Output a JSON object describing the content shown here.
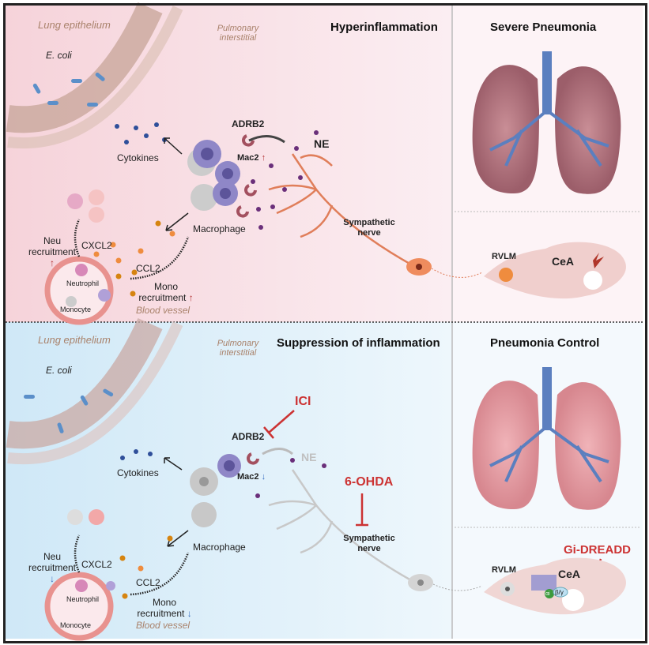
{
  "top": {
    "title": "Hyperinflammation",
    "right_title": "Severe Pneumonia",
    "lung_epithelium": "Lung epithelium",
    "pulmonary_interstitial": "Pulmonary interstitial",
    "ecoli": "E. coli",
    "adrb2": "ADRB2",
    "ne": "NE",
    "mac2": "Mac2",
    "mac2_arrow": "↑",
    "cytokines": "Cytokines",
    "macrophage": "Macrophage",
    "sympathetic_nerve": "Sympathetic nerve",
    "neu_recruitment": "Neu recruitment",
    "neu_arrow": "↑",
    "cxcl2": "CXCL2",
    "ccl2": "CCL2",
    "mono_recruitment": "Mono recruitment",
    "mono_arrow": "↑",
    "neutrophil": "Neutrophil",
    "monocyte": "Monocyte",
    "blood_vessel": "Blood vessel",
    "rvlm": "RVLM",
    "cea": "CeA"
  },
  "bottom": {
    "title": "Suppression of inflammation",
    "right_title": "Pneumonia Control",
    "lung_epithelium": "Lung epithelium",
    "pulmonary_interstitial": "Pulmonary interstitial",
    "ecoli": "E. coli",
    "ici": "ICI",
    "adrb2": "ADRB2",
    "ne": "NE",
    "mac2": "Mac2",
    "mac2_arrow": "↓",
    "cytokines": "Cytokines",
    "macrophage": "Macrophage",
    "ohda": "6-OHDA",
    "sympathetic_nerve": "Sympathetic nerve",
    "neu_recruitment": "Neu recruitment",
    "neu_arrow": "↓",
    "cxcl2": "CXCL2",
    "ccl2": "CCL2",
    "mono_recruitment": "Mono recruitment",
    "mono_arrow": "↓",
    "neutrophil": "Neutrophil",
    "monocyte": "Monocyte",
    "blood_vessel": "Blood vessel",
    "rvlm": "RVLM",
    "cea": "CeA",
    "gi_dreadd": "Gi-DREADD",
    "alpha_i": "αi",
    "beta_gamma": "β/γ"
  },
  "colors": {
    "inhibitor": "#cc3333",
    "increase": "#b03030",
    "decrease": "#3a6fc0",
    "top_bg": "#f8dce2",
    "bottom_bg": "#d6ecf8"
  }
}
